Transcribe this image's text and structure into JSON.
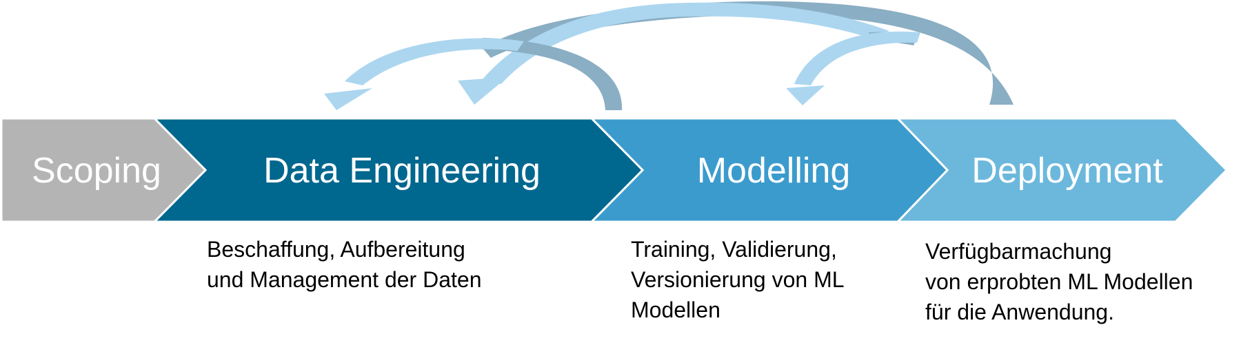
{
  "colors": {
    "scoping": "#b4b4b4",
    "data_engineering": "#00678f",
    "modelling": "#3c9bcd",
    "deployment": "#6cb8dc",
    "arrow_light": "#acd6ef",
    "arrow_dark": "#8aaec3"
  },
  "stages": [
    {
      "label": "Scoping"
    },
    {
      "label": "Data Engineering"
    },
    {
      "label": "Modelling"
    },
    {
      "label": "Deployment"
    }
  ],
  "descriptions": {
    "data_engineering": [
      "Beschaffung, Aufbereitung",
      "und Management der Daten"
    ],
    "modelling": [
      "Training, Validierung,",
      "Versionierung von ML",
      "Modellen"
    ],
    "deployment": [
      "Verfügbarmachung",
      "von erprobten ML Modellen",
      "für die Anwendung."
    ]
  },
  "feedback_arrows": [
    {
      "from": "Modelling",
      "to": "Data Engineering"
    },
    {
      "from": "Deployment",
      "to": "Data Engineering"
    },
    {
      "from": "Deployment",
      "to": "Modelling"
    }
  ]
}
